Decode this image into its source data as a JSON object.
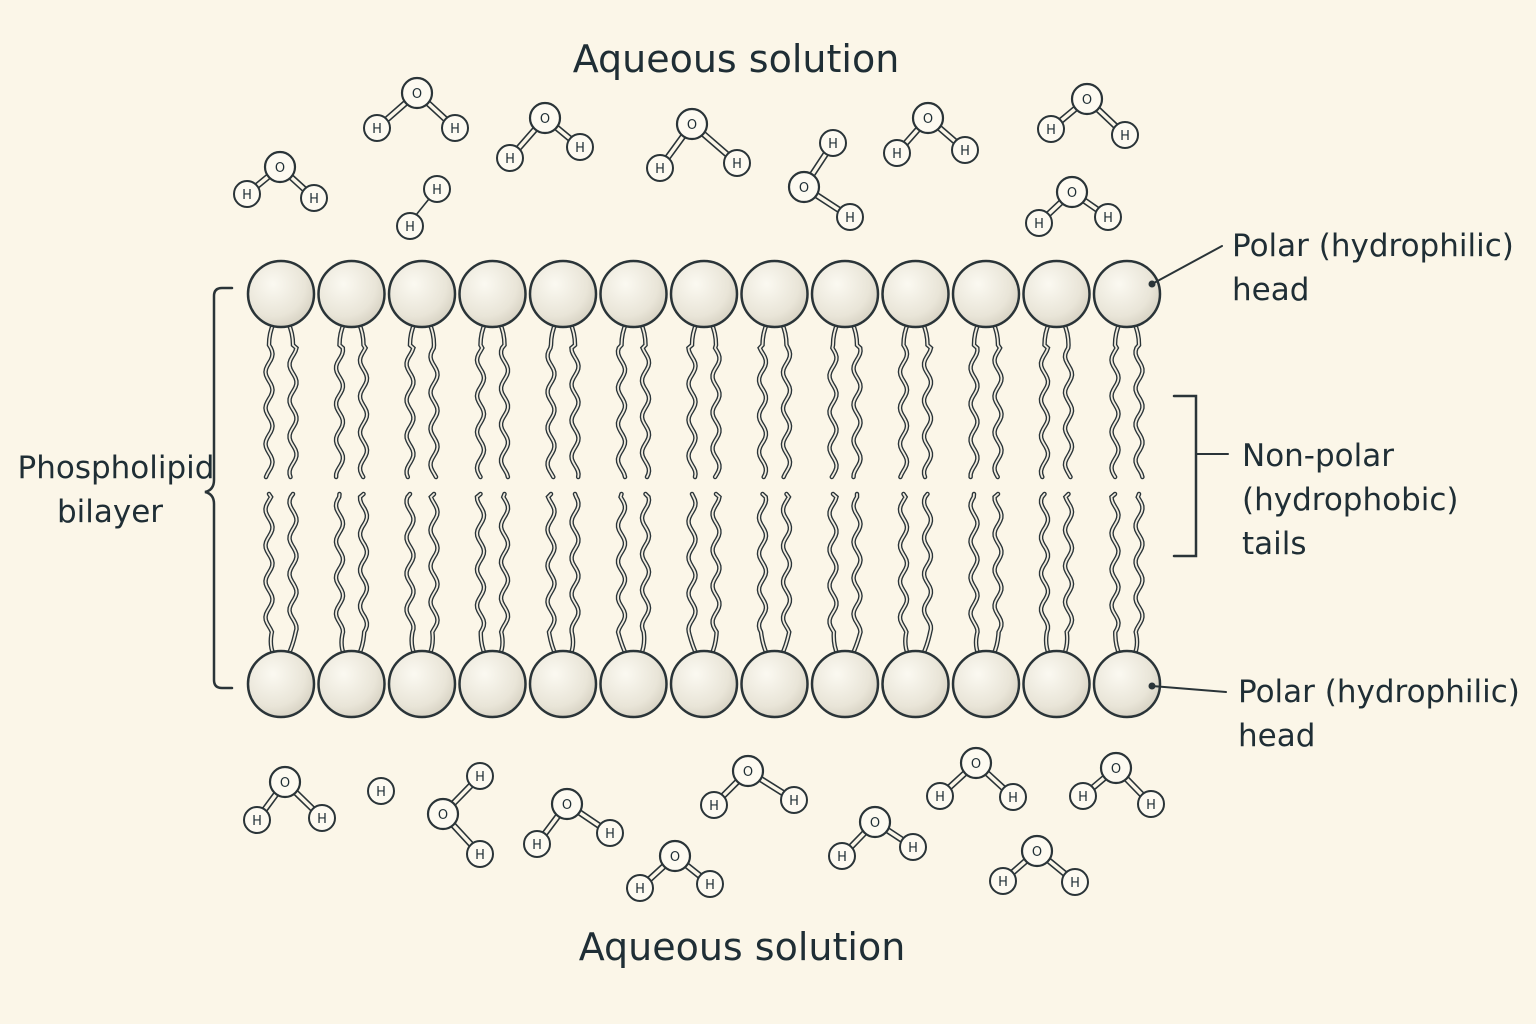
{
  "labels": {
    "top_solution": "Aqueous solution",
    "bottom_solution": "Aqueous solution",
    "bilayer_line1": "Phospholipid",
    "bilayer_line2": "bilayer",
    "head_top_line1": "Polar (hydrophilic)",
    "head_top_line2": "head",
    "tails_line1": "Non-polar",
    "tails_line2": "(hydrophobic)",
    "tails_line3": "tails",
    "head_bottom_line1": "Polar (hydrophilic)",
    "head_bottom_line2": "head"
  },
  "atoms": {
    "oxygen": "O",
    "hydrogen": "H"
  },
  "colors": {
    "background": "#fbf6e8",
    "ink": "#1f2e35",
    "head_fill": "#ece8dc"
  }
}
